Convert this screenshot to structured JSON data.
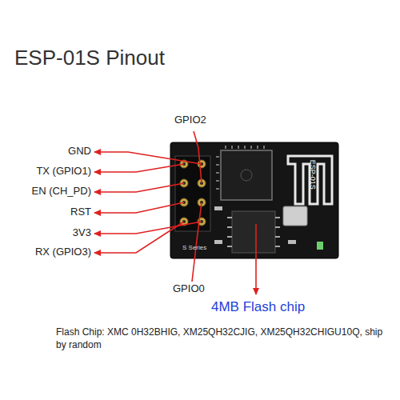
{
  "diagram": {
    "title": "ESP-01S Pinout",
    "caption": "Flash Chip: XMC 0H32BHIG, XM25QH32CJIG, XM25QH32CHIGU10Q, ship by random",
    "labels": [
      "GPIO2",
      "GND",
      "TX (GPIO1)",
      "EN (CH_PD)",
      "RST",
      "3V3",
      "RX (GPIO3)",
      "GPIO0",
      "4MB Flash chip",
      "ESP-01S",
      "S Series"
    ]
  }
}
